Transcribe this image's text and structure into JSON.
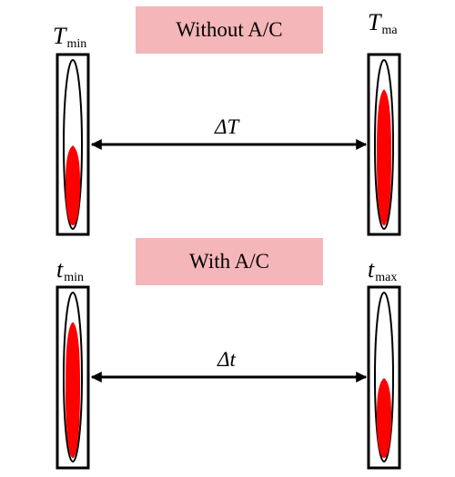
{
  "panels": {
    "top": {
      "title": "Without A/C",
      "left_label": {
        "symbol": "T",
        "subscript": "min"
      },
      "right_label": {
        "symbol": "T",
        "subscript": "ma"
      },
      "difference_label": "ΔT",
      "left_fill_level": 0.5,
      "right_fill_level": 0.85
    },
    "bottom": {
      "title": "With A/C",
      "left_label": {
        "symbol": "t",
        "subscript": "min"
      },
      "right_label": {
        "symbol": "t",
        "subscript": "max"
      },
      "difference_label": "Δt",
      "left_fill_level": 0.85,
      "right_fill_level": 0.5
    }
  },
  "colors": {
    "banner_fill": "#f4b6b8",
    "liquid": "#ff0000",
    "outline": "#000000",
    "background": "#ffffff"
  },
  "icons": [
    "thermometer-icon",
    "double-arrow-icon"
  ]
}
